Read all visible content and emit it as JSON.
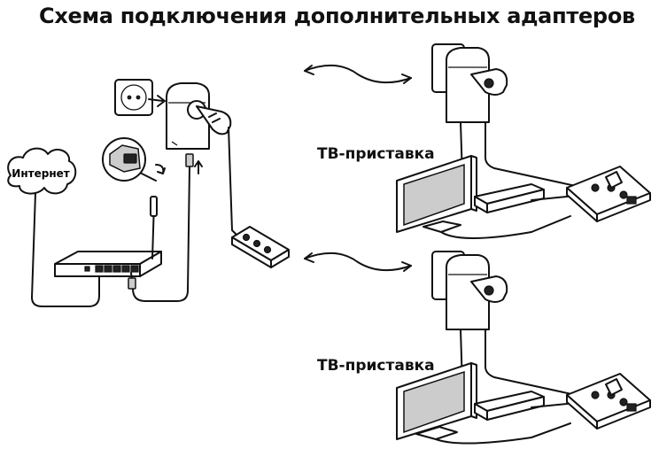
{
  "title": "Схема подключения дополнительных адаптеров",
  "labels": {
    "internet": "Интернет",
    "tv_box_1": "ТВ-приставка",
    "tv_box_2": "ТВ-приставка"
  }
}
